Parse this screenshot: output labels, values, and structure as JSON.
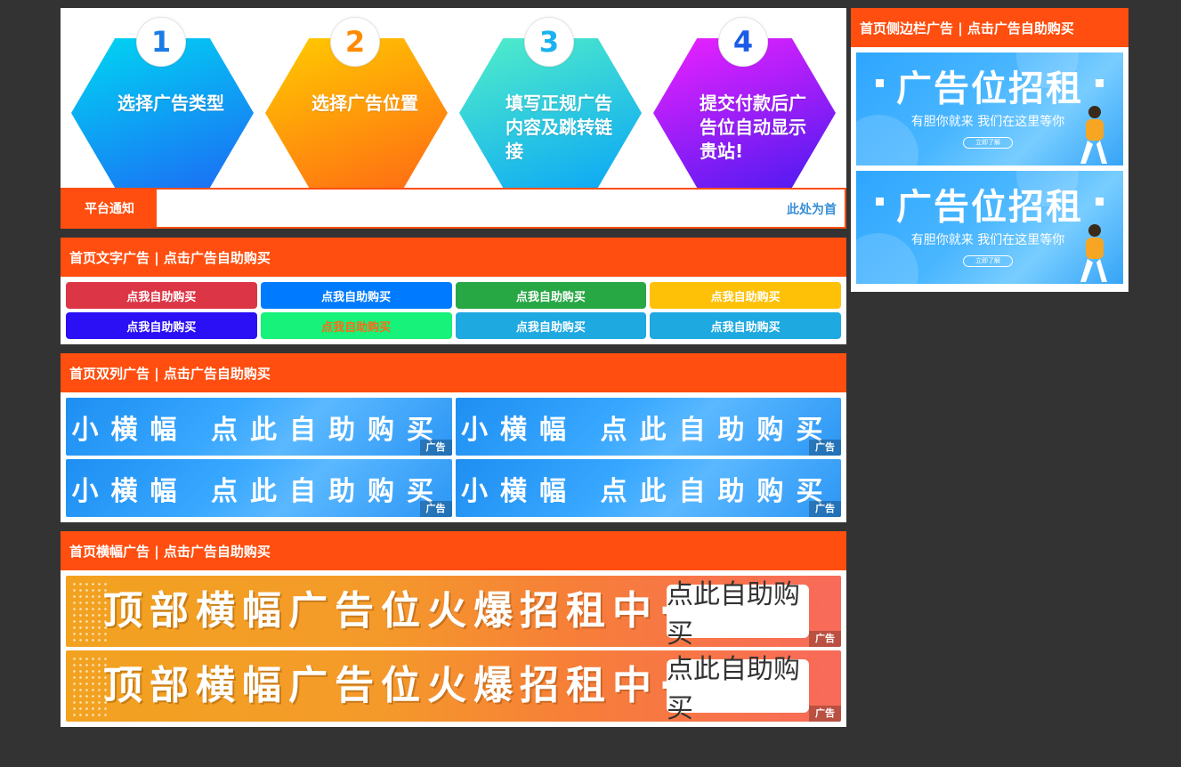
{
  "steps": [
    {
      "num": "1",
      "text": "选择广告类型",
      "from": "#00d7f2",
      "to": "#1c6bf5",
      "numColor": "#1a7be6"
    },
    {
      "num": "2",
      "text": "选择广告位置",
      "from": "#ffcc00",
      "to": "#ff6a14",
      "numColor": "#ff8a00"
    },
    {
      "num": "3",
      "text": "填写正规广告内容及跳转链接",
      "from": "#52efc8",
      "to": "#0aa6f7",
      "numColor": "#1ab3f0"
    },
    {
      "num": "4",
      "text": "提交付款后广告位自动显示贵站!",
      "from": "#ee22ff",
      "to": "#4b1af0",
      "numColor": "#1a5ce6"
    }
  ],
  "notice": {
    "label": "平台通知",
    "text": "此处为首"
  },
  "text_ads": {
    "title": "首页文字广告 | 点击广告自助购买",
    "items": [
      {
        "label": "点我自助购买",
        "bg": "#dc3545",
        "fg": "#ffffff"
      },
      {
        "label": "点我自助购买",
        "bg": "#007bff",
        "fg": "#ffffff"
      },
      {
        "label": "点我自助购买",
        "bg": "#28a745",
        "fg": "#ffffff"
      },
      {
        "label": "点我自助购买",
        "bg": "#ffc107",
        "fg": "#ffffff"
      },
      {
        "label": "点我自助购买",
        "bg": "#2b0ff5",
        "fg": "#ffffff"
      },
      {
        "label": "点我自助购买",
        "bg": "#16f27a",
        "fg": "#ff6a14"
      },
      {
        "label": "点我自助购买",
        "bg": "#1ea9e0",
        "fg": "#ffffff"
      },
      {
        "label": "点我自助购买",
        "bg": "#1ea9e0",
        "fg": "#ffffff"
      }
    ]
  },
  "dual_ads": {
    "title": "首页双列广告 | 点击广告自助购买",
    "items": [
      {
        "text": "小横幅 点此自助购买",
        "tag": "广告"
      },
      {
        "text": "小横幅 点此自助购买",
        "tag": "广告"
      },
      {
        "text": "小横幅 点此自助购买",
        "tag": "广告"
      },
      {
        "text": "小横幅 点此自助购买",
        "tag": "广告"
      }
    ]
  },
  "wide_ads": {
    "title": "首页横幅广告 | 点击广告自助购买",
    "items": [
      {
        "text": "顶部横幅广告位火爆招租中······",
        "button": "点此自助购买",
        "tag": "广告"
      },
      {
        "text": "顶部横幅广告位火爆招租中······",
        "button": "点此自助购买",
        "tag": "广告"
      }
    ]
  },
  "sidebar": {
    "title": "首页侧边栏广告 | 点击广告自助购买",
    "banners": [
      {
        "title": "广告位招租",
        "sub": "有胆你就来 我们在这里等你",
        "more": "立即了解"
      },
      {
        "title": "广告位招租",
        "sub": "有胆你就来 我们在这里等你",
        "more": "立即了解"
      }
    ]
  }
}
